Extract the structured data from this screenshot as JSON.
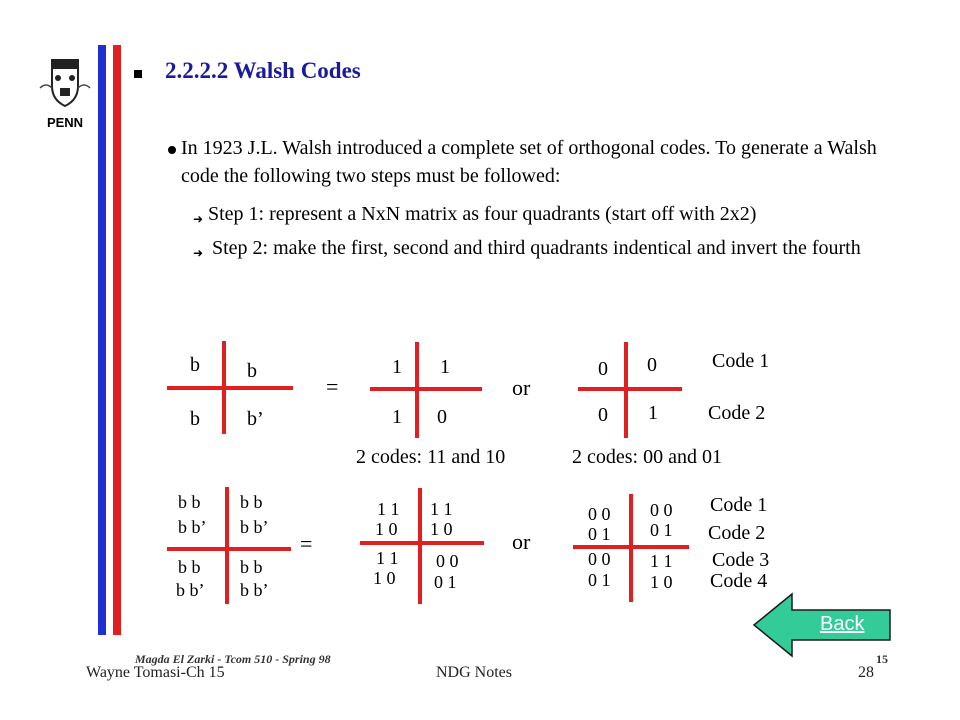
{
  "slide": {
    "logo_text": "PENN",
    "title": "2.2.2.2 Walsh Codes",
    "bullet_main": "In 1923 J.L. Walsh introduced a complete set of orthogonal codes. To generate a Walsh code the following two steps must be followed:",
    "step1": "Step 1: represent a NxN matrix as four quadrants (start off with 2x2)",
    "step2": "Step 2: make the first, second and third quadrants indentical and invert the fourth",
    "footer_left": "Magda El Zarki - Tcom 510 - Spring 98",
    "footer_page": "15"
  },
  "matrix2": {
    "generic": {
      "tl": "b",
      "tr": "b",
      "bl": "b",
      "br": "b’"
    },
    "equals": "=",
    "or": "or",
    "ones": {
      "tl": "1",
      "tr": "1",
      "bl": "1",
      "br": "0"
    },
    "zeros": {
      "tl": "0",
      "tr": "0",
      "bl": "0",
      "br": "1"
    },
    "codes": [
      "Code 1",
      "Code 2"
    ],
    "caption_ones": "2 codes: 11 and 10",
    "caption_zeros": "2 codes: 00 and 01"
  },
  "matrix4": {
    "generic": {
      "tl": [
        "b b",
        "b b’"
      ],
      "tr": [
        "b b",
        "b b’"
      ],
      "bl": [
        "b b",
        "b b’"
      ],
      "br": [
        "b b",
        "b b’"
      ]
    },
    "equals": "=",
    "or": "or",
    "ones": {
      "tl": [
        "1 1",
        "1 0"
      ],
      "tr": [
        "1 1",
        "1 0"
      ],
      "bl": [
        "1 1",
        "1 0"
      ],
      "br": [
        "0 0",
        "0 1"
      ]
    },
    "zeros": {
      "tl": [
        "0 0",
        "0 1"
      ],
      "tr": [
        "0 0",
        "0 1"
      ],
      "bl": [
        "0 0",
        "0 1"
      ],
      "br": [
        "1 1",
        "1 0"
      ]
    },
    "codes": [
      "Code 1",
      "Code 2",
      "Code 3",
      "Code 4"
    ]
  },
  "back_button": {
    "label": "Back",
    "color": "#33cc99"
  },
  "footer": {
    "author": "Wayne Tomasi-Ch 15",
    "course": "NDG Notes",
    "page": "28"
  },
  "colors": {
    "red": "#e02020",
    "blue": "#2030d0"
  }
}
